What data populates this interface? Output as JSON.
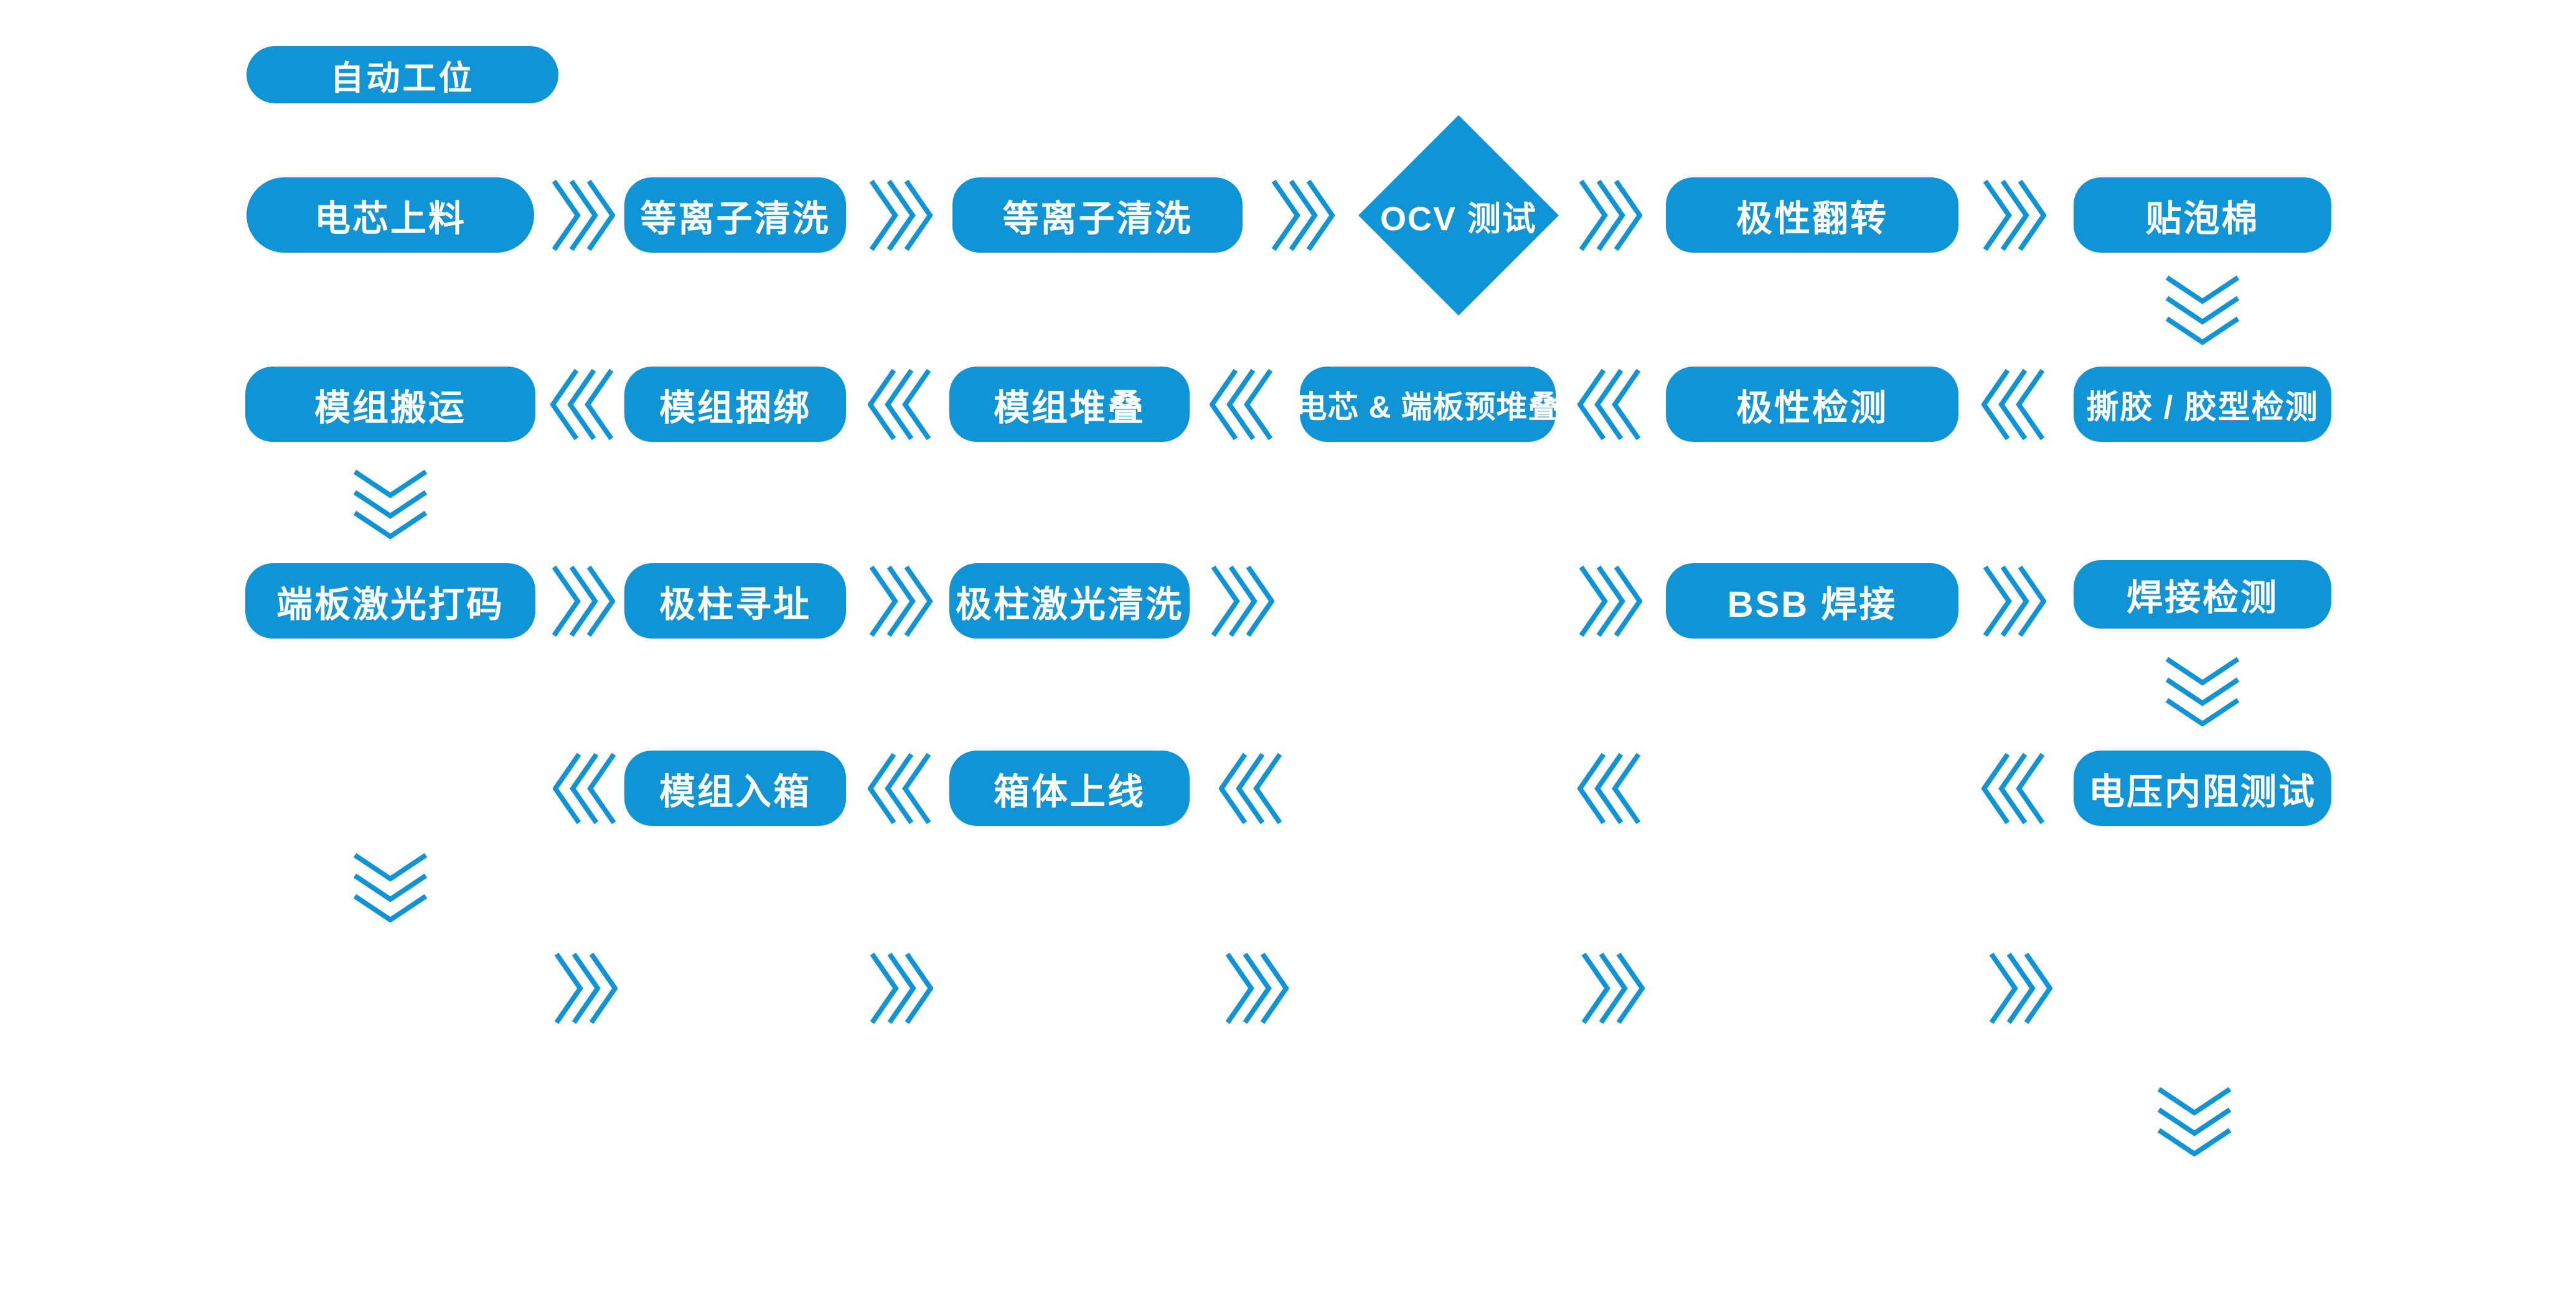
{
  "colors": {
    "primary": "#1094d5",
    "text_on_primary": "#ffffff",
    "background": "#ffffff"
  },
  "legend": {
    "auto_station_label": "自动工位"
  },
  "nodes": {
    "cell_loading": "电芯上料",
    "plasma_cleaning_1": "等离子清洗",
    "plasma_cleaning_2": "等离子清洗",
    "ocv_test": "OCV 测试",
    "polarity_flip": "极性翻转",
    "foam_taping": "贴泡棉",
    "tape_peel_glue_check": "撕胶 / 胶型检测",
    "polarity_check": "极性检测",
    "cell_endplate_prestack": "电芯 & 端板预堆叠",
    "module_stacking": "模组堆叠",
    "module_strapping": "模组捆绑",
    "module_transfer": "模组搬运",
    "endplate_laser_marking": "端板激光打码",
    "terminal_addressing": "极柱寻址",
    "terminal_laser_cleaning": "极柱激光清洗",
    "bsb_welding": "BSB 焊接",
    "welding_inspection": "焊接检测",
    "voltage_ir_test": "电压内阻测试",
    "module_into_box": "模组入箱",
    "box_loading": "箱体上线"
  }
}
